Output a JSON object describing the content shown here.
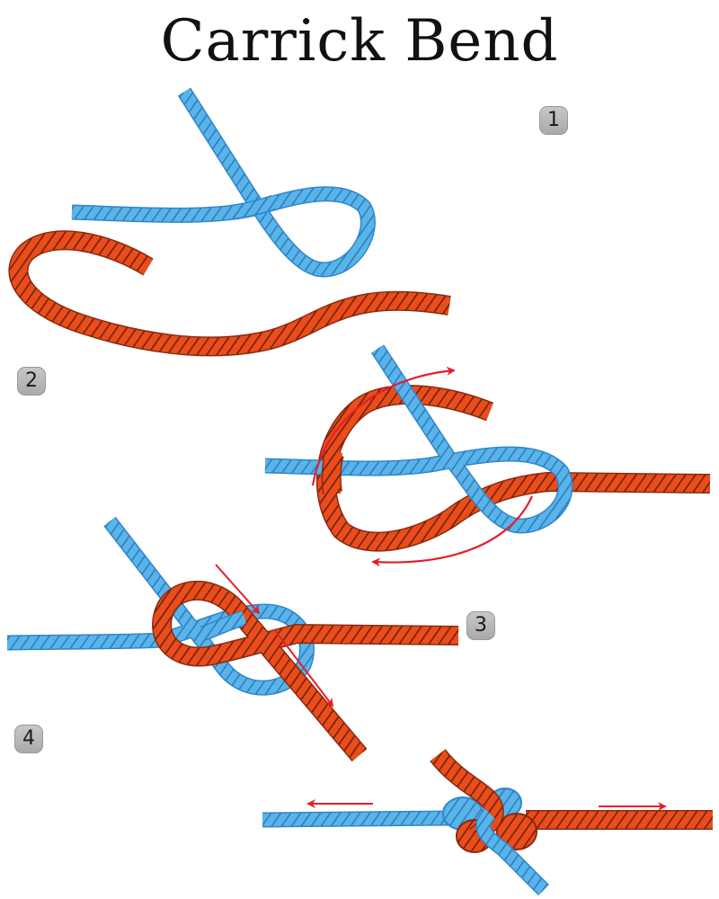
{
  "title": "Carrick Bend",
  "colors": {
    "blue_rope": "#5ab4ea",
    "blue_rope_stroke": "#2f86c9",
    "blue_twist": "#2a7fc0",
    "red_rope": "#ea4d1a",
    "red_rope_stroke": "#8a2a10",
    "red_twist": "#6e2110",
    "arrow": "#e41f2a",
    "badge_bg": "#b8b8b8",
    "badge_text": "#1a1a1a"
  },
  "steps": [
    {
      "number": "1",
      "description": "Blue rope forms an underhand loop; red rope approaches from below"
    },
    {
      "number": "2",
      "description": "Red working end passes under blue, over crossing, around loop"
    },
    {
      "number": "3",
      "description": "Red end weaves over-under through blue loop to complete carrick bend"
    },
    {
      "number": "4",
      "description": "Pull both standing parts in opposite directions to tighten"
    }
  ],
  "arrows": [
    {
      "step": "2",
      "direction": "clockwise-upper",
      "meaning": "route rope over the top"
    },
    {
      "step": "2",
      "direction": "clockwise-lower",
      "meaning": "route rope under the bottom"
    },
    {
      "step": "3",
      "direction": "diagonal-down-right",
      "meaning": "tuck end through loop"
    },
    {
      "step": "3",
      "direction": "diagonal-down-right",
      "meaning": "exit end downward"
    },
    {
      "step": "4",
      "direction": "left",
      "meaning": "pull blue standing part"
    },
    {
      "step": "4",
      "direction": "right",
      "meaning": "pull red standing part"
    }
  ]
}
